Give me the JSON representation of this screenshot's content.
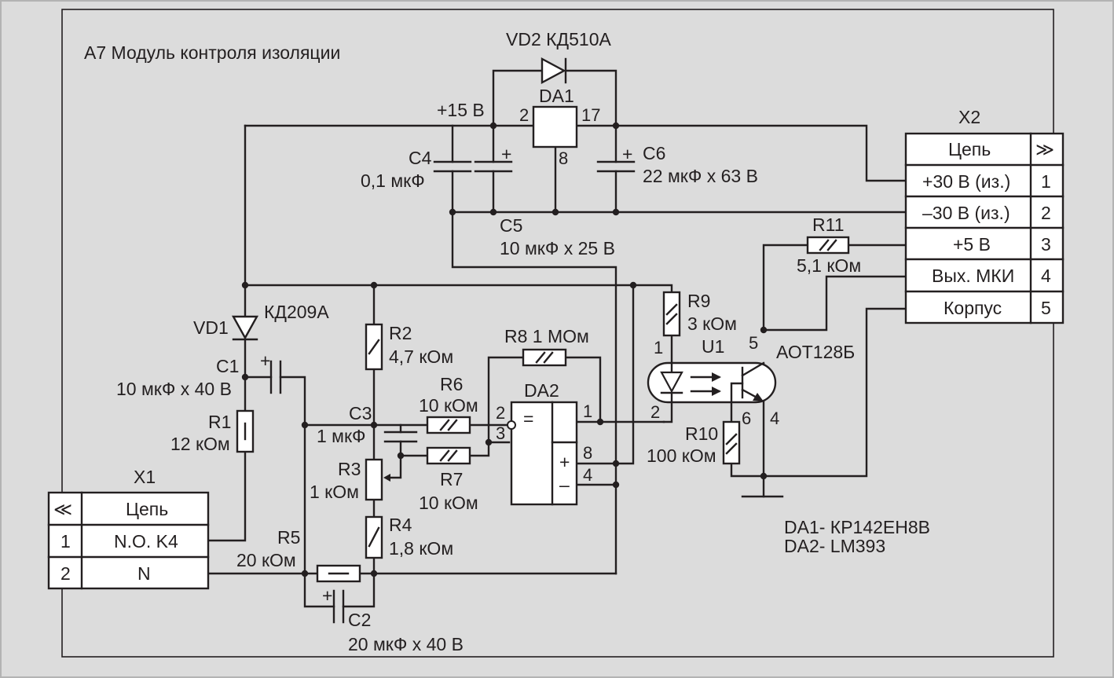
{
  "title": "А7 Модуль контроля изоляции",
  "colors": {
    "frame_bg": "#dcdcdc",
    "page_bg": "#ffffff",
    "ink": "#231f20",
    "border": "#b3b3b3"
  },
  "notes": [
    "DA1- КР142ЕН8В",
    "DA2- LM393"
  ],
  "components": {
    "vd2": "VD2 КД510А",
    "da1": "DA1",
    "da1_pin_in": "2",
    "da1_pin_out": "17",
    "da1_pin_gnd": "8",
    "rail_15v": "+15 В",
    "c4_name": "C4",
    "c4_value": "0,1 мкФ",
    "c5_name": "C5",
    "c5_value": "10 мкФ х 25 В",
    "c6_name": "C6",
    "c6_value": "22 мкФ х 63 В",
    "vd1_name": "VD1",
    "vd1_type": "КД209А",
    "c1_name": "C1",
    "c1_value": "10 мкФ х 40 В",
    "r1_name": "R1",
    "r1_value": "12 кОм",
    "r2_name": "R2",
    "r2_value": "4,7 кОм",
    "c3_name": "C3",
    "c3_value": "1 мкФ",
    "r3_name": "R3",
    "r3_value": "1 кОм",
    "r4_name": "R4",
    "r4_value": "1,8 кОм",
    "r5_name": "R5",
    "r5_value": "20 кОм",
    "c2_name": "C2",
    "c2_value": "20 мкФ х 40 В",
    "r6_name": "R6",
    "r6_value": "10 кОм",
    "r7_name": "R7",
    "r7_value": "10 кОм",
    "r8_label": "R8 1 МОм",
    "da2": "DA2",
    "da2_pins": [
      "2",
      "3",
      "1",
      "8",
      "4"
    ],
    "da2_eq": "=",
    "plus": "+",
    "minus": "–",
    "r9_name": "R9",
    "r9_value": "3 кОм",
    "u1_name": "U1",
    "u1_type": "АОТ128Б",
    "u1_pins": [
      "1",
      "2",
      "5",
      "6",
      "4"
    ],
    "r10_name": "R10",
    "r10_value": "100 кОм",
    "r11_name": "R11",
    "r11_value": "5,1 кОм"
  },
  "x1": {
    "name": "X1",
    "header_symbol": "≪",
    "header": "Цепь",
    "rows": [
      {
        "num": "1",
        "label": "N.O. K4"
      },
      {
        "num": "2",
        "label": "N"
      }
    ]
  },
  "x2": {
    "name": "X2",
    "header": "Цепь",
    "header_symbol": "≫",
    "rows": [
      {
        "label": "+30 В (из.)",
        "num": "1"
      },
      {
        "label": "–30 В (из.)",
        "num": "2"
      },
      {
        "label": "+5 В",
        "num": "3"
      },
      {
        "label": "Вых. МКИ",
        "num": "4"
      },
      {
        "label": "Корпус",
        "num": "5"
      }
    ]
  }
}
